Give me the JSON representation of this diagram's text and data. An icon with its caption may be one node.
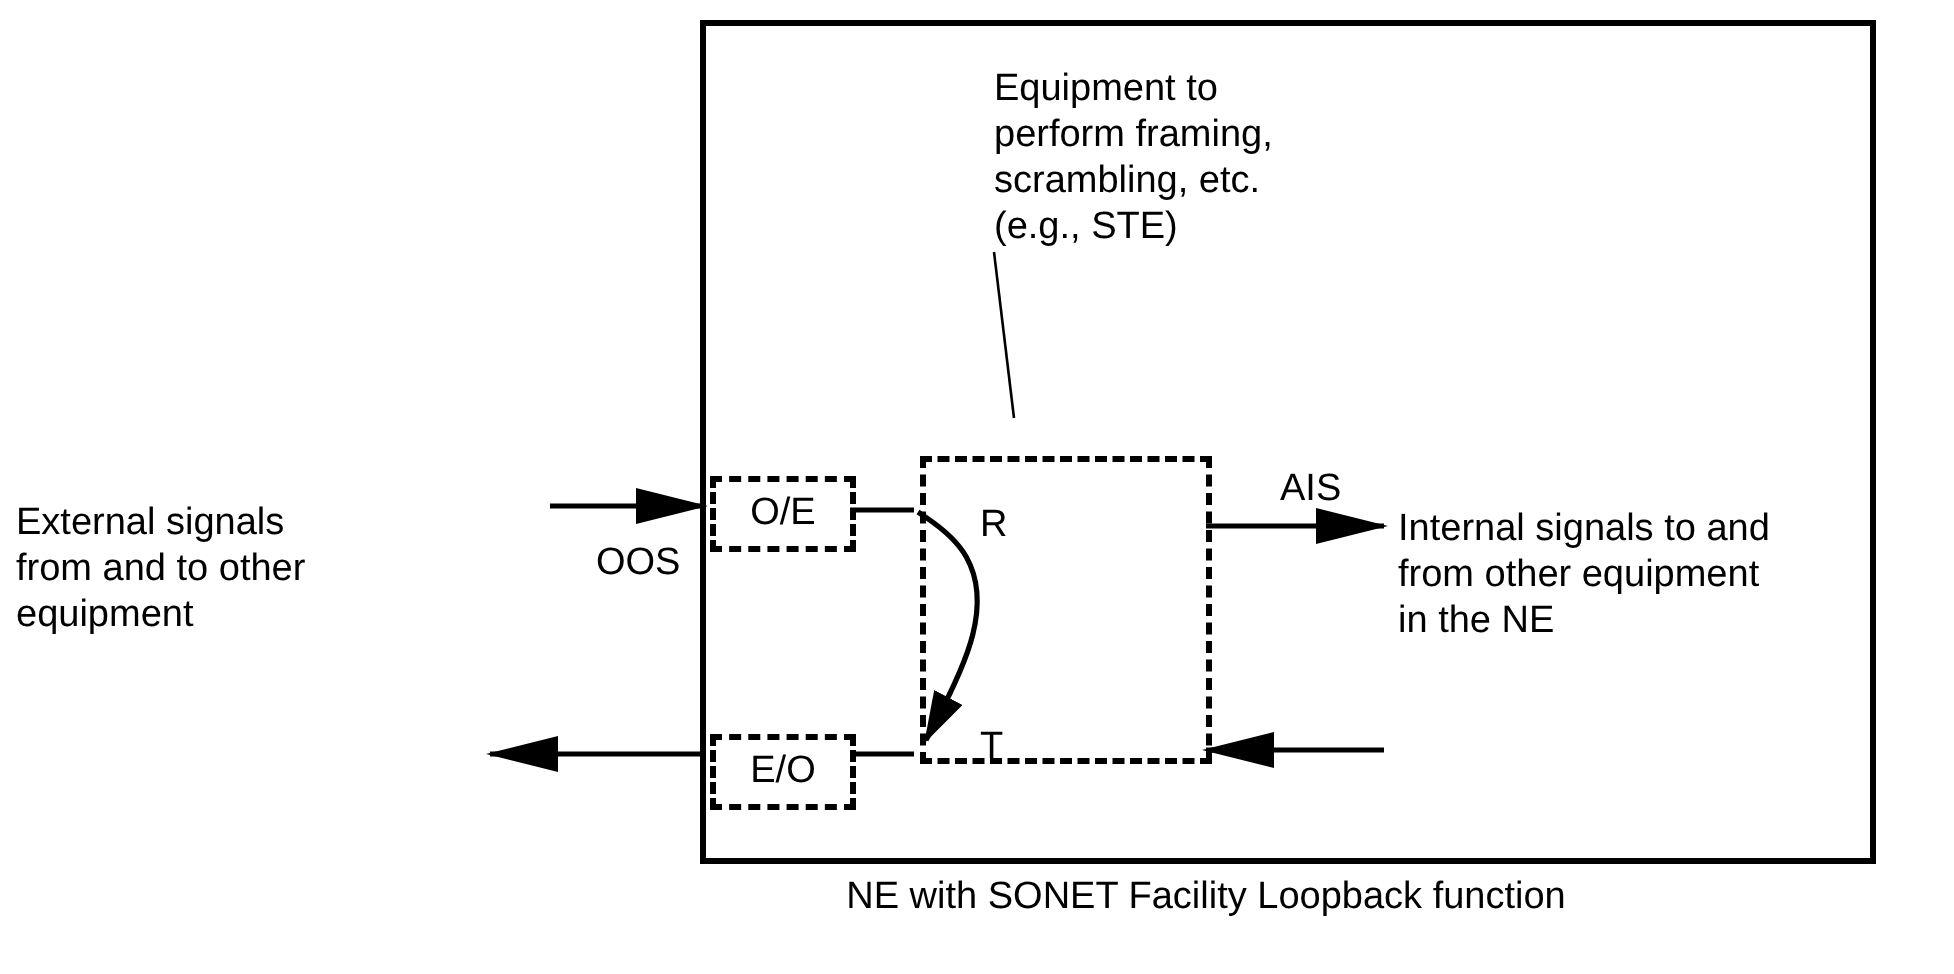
{
  "diagram": {
    "nodes": [
      {
        "text": [
          "NE with SONET Facility Loopback function"
        ]
      },
      {
        "text": [
          "Equipment to perform framing, scrambling, etc. (e.g., STE)"
        ],
        "in": 0
      },
      {
        "text": [
          "O/E"
        ],
        "in": 0
      },
      {
        "text": [
          "E/O"
        ],
        "in": 0
      },
      {
        "text": [],
        "shape": "box",
        "in": 0
      },
      {
        "text": [
          "R"
        ],
        "in": 4
      },
      {
        "text": [
          "T"
        ],
        "in": 4
      },
      {
        "text": [
          "External signals from and to other equipment"
        ]
      },
      {
        "text": [
          "Internal signals to and from other equipment in the NE"
        ],
        "in": 0
      }
    ],
    "edges": [
      {
        "from": null,
        "to": 2,
        "arrow": "to"
      },
      {
        "from": 2,
        "to": 4,
        "arrow": "none"
      },
      {
        "from": 5,
        "to": 6,
        "arrow": "to"
      },
      {
        "from": 4,
        "to": 3,
        "arrow": "none"
      },
      {
        "from": 3,
        "to": null,
        "arrow": "to"
      },
      {
        "from": 4,
        "to": 8,
        "arrow": "to"
      },
      {
        "from": 8,
        "to": 4,
        "arrow": "to"
      },
      {
        "from": 1,
        "to": 4,
        "arrow": "none"
      }
    ],
    "labels": [
      "OOS",
      "AIS"
    ]
  }
}
